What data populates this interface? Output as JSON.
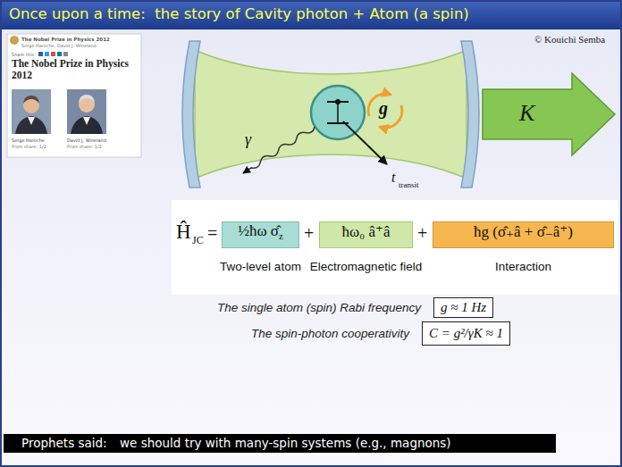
{
  "diagram": {
    "title": "Once upon a time:  the story of Cavity photon + Atom (a spin)",
    "nodes": [
      {
        "text": [
          "The Nobel Prize in Physics 2012",
          "Serge Haroche, David J. Wineland",
          "Share this:",
          "The Nobel Prize in Physics 2012",
          "Serge Haroche",
          "David J. Wineland",
          "Prize share: 1/2",
          "Prize share: 1/2"
        ]
      },
      {
        "text": [
          "Ĥ",
          "JC",
          "=",
          "+",
          "+"
        ]
      },
      {
        "text": [
          "½ħω σ̂",
          "z",
          "Two-level atom"
        ],
        "in": 1
      },
      {
        "text": [
          "ħω₀ â⁺â",
          "Electromagnetic field"
        ],
        "in": 1
      },
      {
        "text": [
          "ħg (σ̂₊â + σ̂₋â⁺)",
          "Interaction"
        ],
        "in": 1
      },
      {
        "text": [
          "g ≈ 1 Hz"
        ]
      },
      {
        "text": [
          "C = g²/γK ≈ 1"
        ]
      },
      {
        "text": [
          "Prophets said:",
          "we should try with many-spin systems (e.g., magnons)"
        ]
      }
    ],
    "labels": [
      "© Kouichi Semba",
      "g",
      "K",
      "γ",
      "t",
      "transit",
      "The single atom (spin) Rabi frequency",
      "The spin-photon cooperativity"
    ]
  }
}
